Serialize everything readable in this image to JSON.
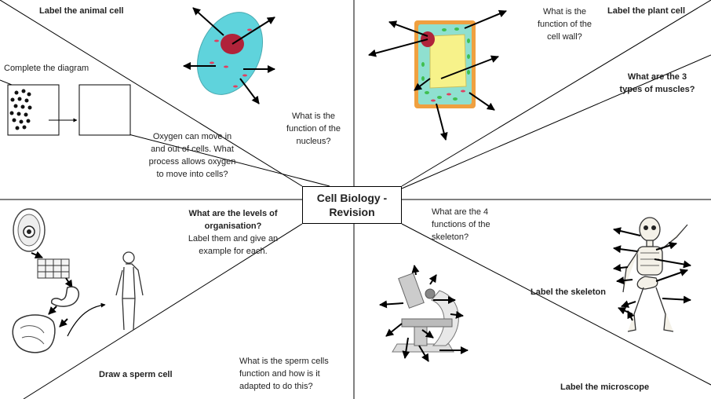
{
  "title": {
    "line1": "Cell Biology -",
    "line2": "Revision"
  },
  "prompts": {
    "animal_cell": "Label the animal cell",
    "complete_diagram": "Complete the diagram",
    "oxygen": [
      "Oxygen can move in",
      "and out of cells. What",
      "process allows oxygen",
      "to move into cells?"
    ],
    "nucleus": [
      "What is the",
      "function of the",
      "nucleus?"
    ],
    "cell_wall": [
      "What is the",
      "function of the",
      "cell wall?"
    ],
    "plant_cell": "Label the plant cell",
    "muscles": [
      "What are the 3",
      "types of muscles?"
    ],
    "levels_bold": [
      "What are the levels of",
      "organisation?"
    ],
    "levels_normal": [
      "Label them and give an",
      "example for each."
    ],
    "skeleton_functions": [
      "What are the 4",
      "functions of the",
      "skeleton?"
    ],
    "label_skeleton": "Label the skeleton",
    "sperm_draw": "Draw a sperm cell",
    "sperm_function": [
      "What is the sperm cells",
      "function and how is it",
      "adapted to do this?"
    ],
    "label_microscope": "Label the microscope"
  },
  "colors": {
    "animal_cytoplasm": "#5fd3dc",
    "nucleus": "#b0233a",
    "plant_wall": "#f0a040",
    "plant_cytoplasm": "#8fe0d0",
    "vacuole": "#f7f28a",
    "chloroplast": "#3fbf4f",
    "line": "#000000"
  }
}
